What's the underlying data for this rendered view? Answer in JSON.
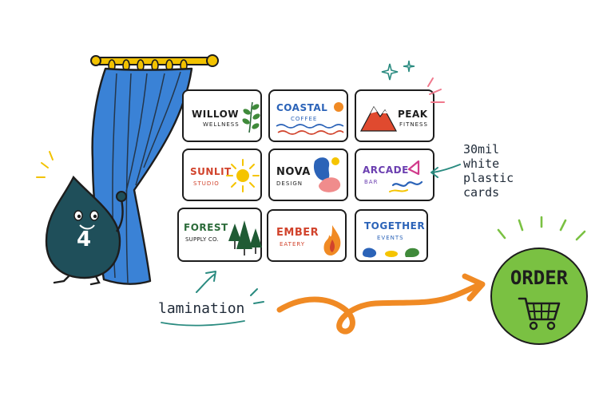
{
  "mascot": {
    "number": "4",
    "icon": "water-drop-mascot"
  },
  "cards": [
    {
      "name": "WILLOW",
      "sub": "WELLNESS",
      "icon": "leaf-icon",
      "color": "#1d1d1d",
      "sub_color": "#1d1d1d"
    },
    {
      "name": "COASTAL",
      "sub": "COFFEE",
      "icon": "waves-sun-icon",
      "color": "#2b63b8",
      "sub_color": "#2b63b8"
    },
    {
      "name": "PEAK",
      "sub": "FITNESS",
      "icon": "mountain-icon",
      "color": "#1d1d1d",
      "sub_color": "#1d1d1d"
    },
    {
      "name": "SUNLIT",
      "sub": "STUDIO",
      "icon": "sun-icon",
      "color": "#d1432c",
      "sub_color": "#d1432c"
    },
    {
      "name": "NOVA",
      "sub": "DESIGN",
      "icon": "blob-shapes-icon",
      "color": "#1d1d1d",
      "sub_color": "#1d1d1d"
    },
    {
      "name": "ARCADE",
      "sub": "BAR",
      "icon": "triangle-squiggle-icon",
      "color": "#6b3fb0",
      "sub_color": "#6b3fb0"
    },
    {
      "name": "FOREST",
      "sub": "SUPPLY CO.",
      "icon": "pine-trees-icon",
      "color": "#2c6b3a",
      "sub_color": "#1d1d1d"
    },
    {
      "name": "EMBER",
      "sub": "EATERY",
      "icon": "flame-icon",
      "color": "#d1432c",
      "sub_color": "#d1432c"
    },
    {
      "name": "TOGETHER",
      "sub": "EVENTS",
      "icon": "colored-blobs-icon",
      "color": "#2b63b8",
      "sub_color": "#2b63b8"
    }
  ],
  "note": {
    "line1": "30mil",
    "line2": "white",
    "line3": "plastic",
    "line4": "cards"
  },
  "lamination": "lamination",
  "order": {
    "label": "ORDER",
    "icon": "shopping-cart-icon",
    "color": "#7ac142"
  }
}
